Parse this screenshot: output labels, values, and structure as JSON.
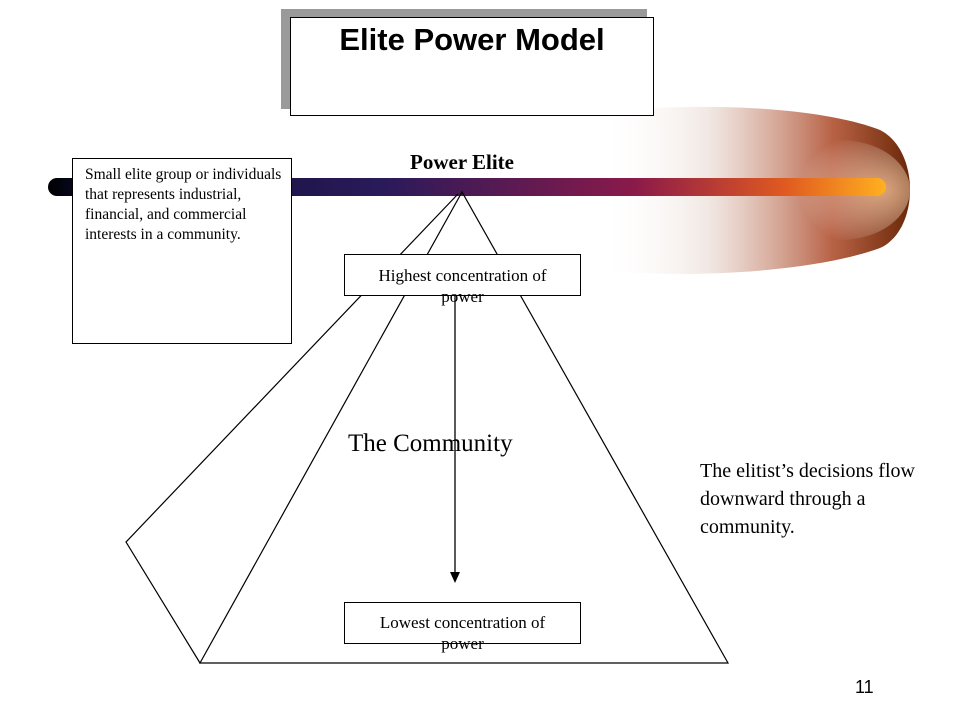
{
  "title": "Elite Power Model",
  "power_elite_label": "Power Elite",
  "description": "Small elite group or individuals that represents industrial, financial, and commercial interests in a community.",
  "highest_label": {
    "line1": "Highest concentration of",
    "line2": "power"
  },
  "lowest_label": {
    "line1": "Lowest concentration of",
    "line2": "power"
  },
  "community_label": "The Community",
  "flow_note": "The elitist’s decisions flow downward through a community.",
  "page_number": "11",
  "colors": {
    "bar_start": "#0b0b30",
    "bar_mid": "#7a1f5a",
    "bar_end": "#ff9a10",
    "glow": "#7a3010"
  }
}
